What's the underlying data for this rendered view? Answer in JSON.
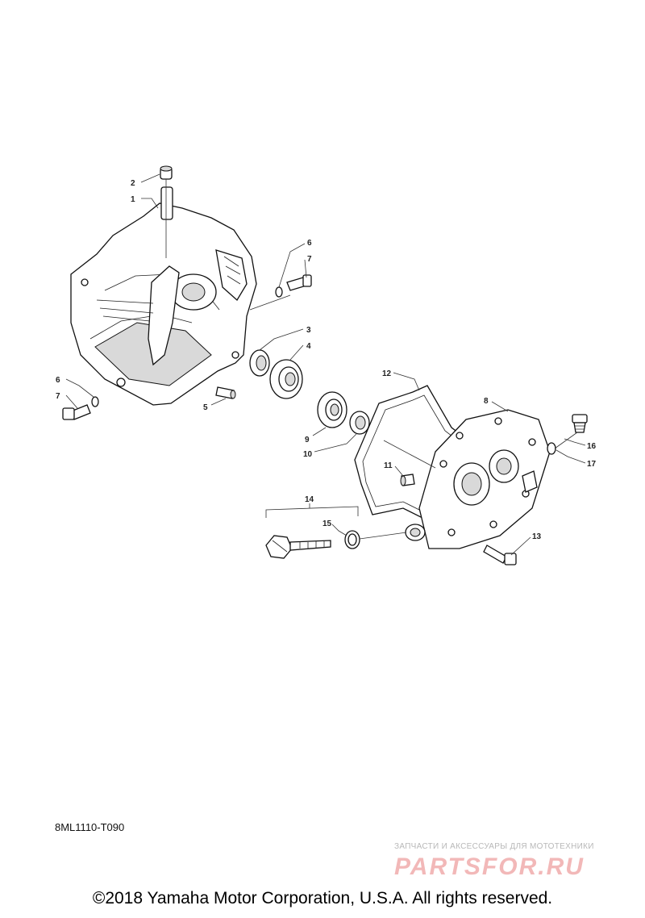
{
  "diagram": {
    "code": "8ML1110-T090",
    "callouts": {
      "c1": "1",
      "c2": "2",
      "c3": "3",
      "c4": "4",
      "c5": "5",
      "c6a": "6",
      "c6b": "6",
      "c7a": "7",
      "c7b": "7",
      "c8": "8",
      "c9": "9",
      "c10": "10",
      "c11": "11",
      "c12": "12",
      "c13": "13",
      "c14": "14",
      "c15": "15",
      "c16": "16",
      "c17": "17"
    }
  },
  "watermark": {
    "tagline": "ЗАПЧАСТИ И АКСЕССУАРЫ ДЛЯ МОТОТЕХНИКИ",
    "logo": "PARTSFOR.RU",
    "colors": {
      "logo": "#f2b8b8",
      "tagline": "#b8b8b8"
    }
  },
  "footer": {
    "copyright": "©2018 Yamaha Motor Corporation, U.S.A. All rights reserved."
  }
}
